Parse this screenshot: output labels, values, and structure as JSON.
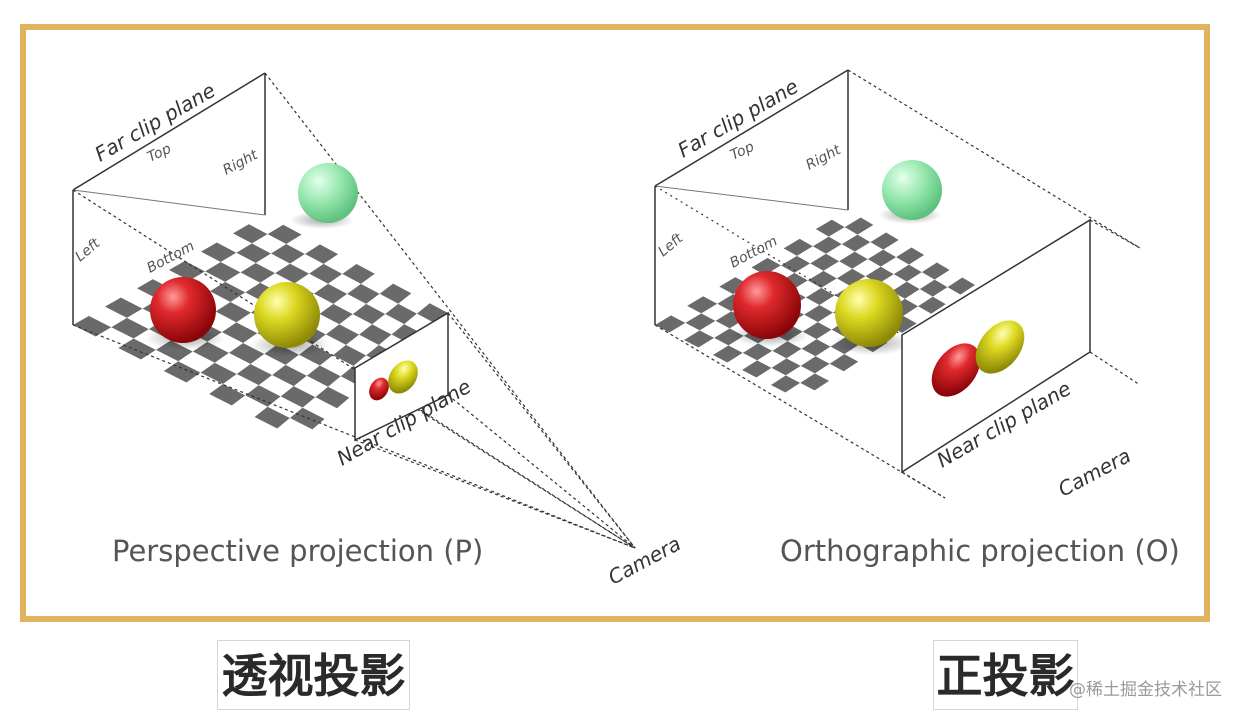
{
  "perspective": {
    "far_clip_label": "Far clip plane",
    "top_label": "Top",
    "right_label": "Right",
    "left_label": "Left",
    "bottom_label": "Bottom",
    "near_clip_label": "Near clip plane",
    "camera_label": "Camera",
    "caption": "Perspective projection (P)"
  },
  "orthographic": {
    "far_clip_label": "Far clip plane",
    "top_label": "Top",
    "right_label": "Right",
    "left_label": "Left",
    "bottom_label": "Bottom",
    "near_clip_label": "Near clip plane",
    "camera_label": "Camera",
    "caption": "Orthographic projection (O)"
  },
  "chinese_labels": {
    "perspective": "透视投影",
    "orthographic": "正投影"
  },
  "watermark": "@稀土掘金技术社区",
  "colors": {
    "frame_border": "#e2b35f",
    "sphere_red": "#d8141b",
    "sphere_yellow": "#d6d21c",
    "sphere_green": "#8ce6a6",
    "checker_dark": "#6a6a6a",
    "checker_light": "#ffffff"
  }
}
